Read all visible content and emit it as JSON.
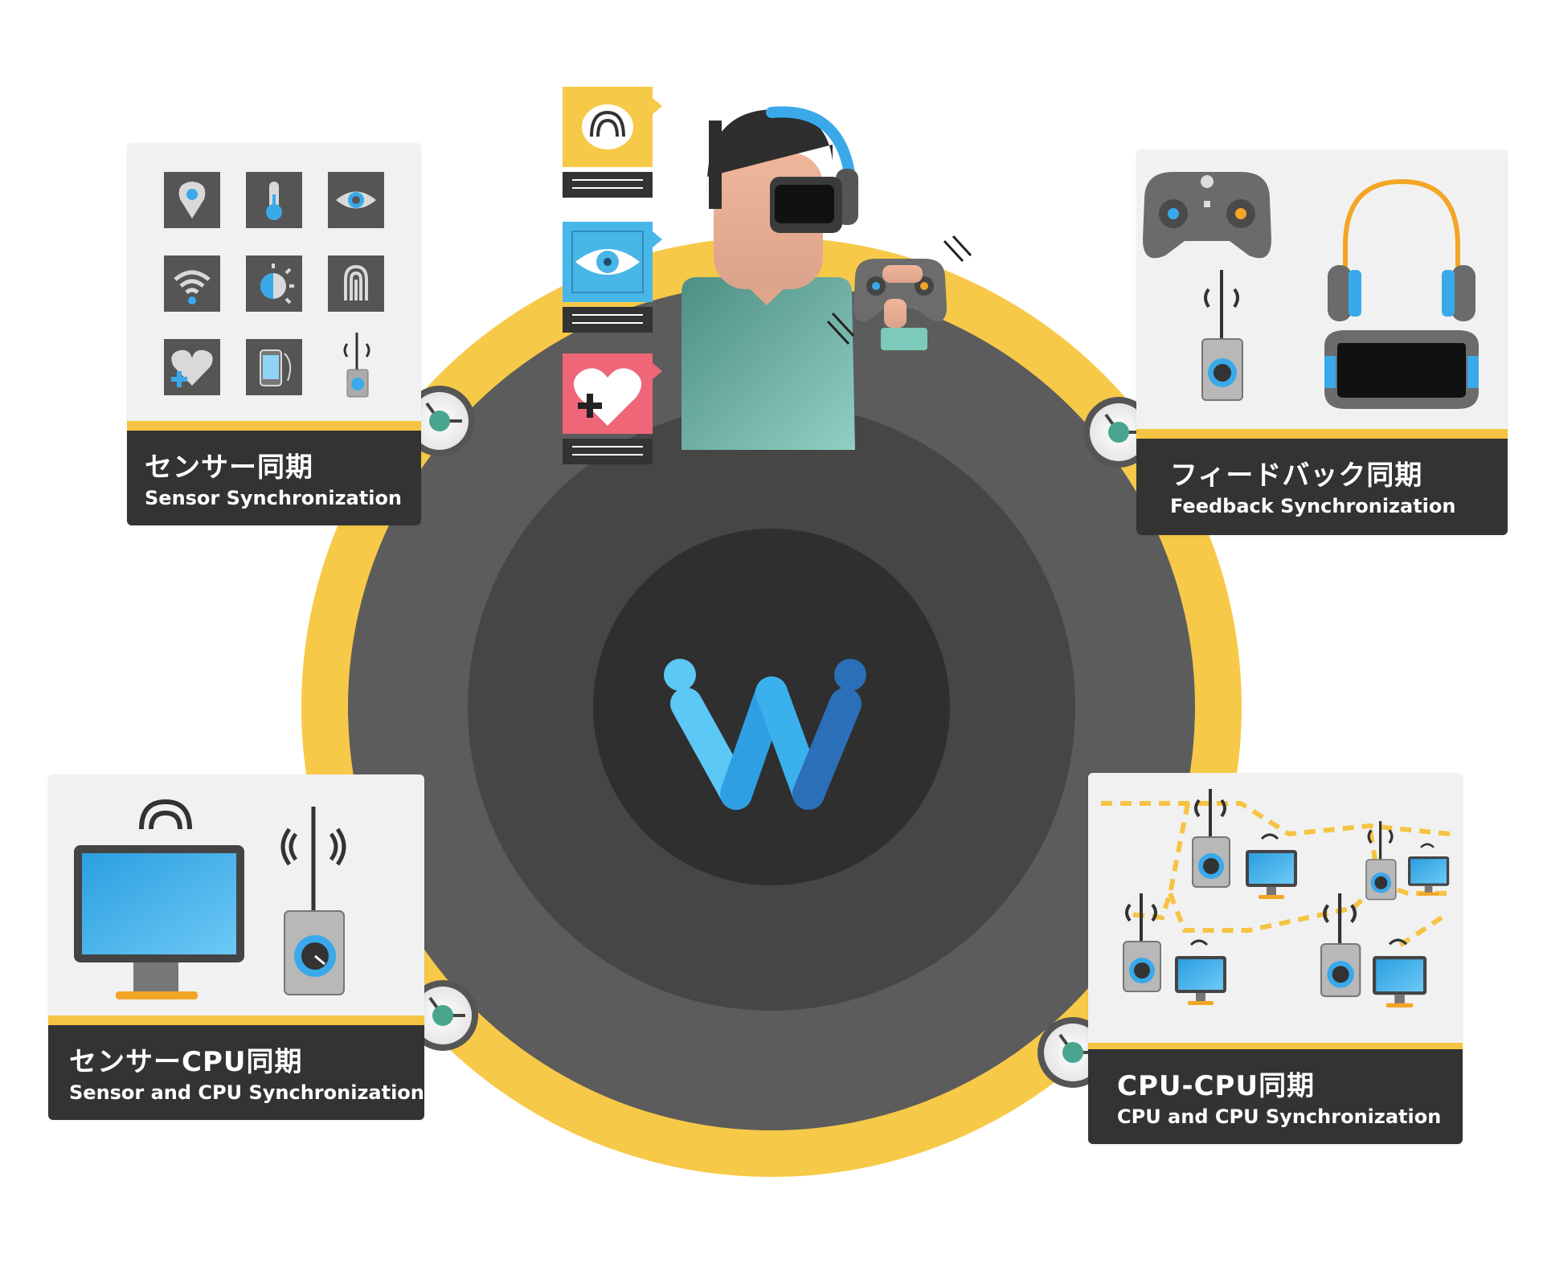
{
  "panels": {
    "sensor": {
      "title_jp": "センサー同期",
      "title_en": "Sensor Synchronization"
    },
    "feedback": {
      "title_jp": "フィードバック同期",
      "title_en": "Feedback Synchronization"
    },
    "sensor_cpu": {
      "title_jp": "センサーCPU同期",
      "title_en": "Sensor and CPU Synchronization"
    },
    "cpu_cpu": {
      "title_jp": "CPU-CPU同期",
      "title_en": "CPU and CPU Synchronization"
    }
  },
  "colors": {
    "ring_yellow": "#f7c948",
    "ring_outer": "#5c5c5c",
    "ring_middle": "#464646",
    "ring_inner": "#2f2f2f",
    "caption_bg": "#333333",
    "accent_bar": "#f5c443",
    "logo_light": "#5bc8f5",
    "logo_dark": "#2a6fb8",
    "dial_teal": "#4aa58f",
    "heart_card": "#ef6679",
    "eye_card": "#49b6e8",
    "brain_card": "#f7c948"
  },
  "icons": {
    "sensor_panel": [
      "location-pin-icon",
      "thermometer-icon",
      "eye-icon",
      "wifi-icon",
      "light-sensor-icon",
      "fingerprint-icon",
      "heart-health-icon",
      "phone-tilt-icon",
      "wireless-sync-device-icon"
    ],
    "feedback_panel": [
      "gamepad-icon",
      "headphones-icon",
      "wireless-sync-device-icon",
      "vr-headset-icon"
    ],
    "sensor_cpu_panel": [
      "monitor-icon",
      "signal-icon",
      "wireless-sync-device-icon"
    ],
    "cpu_cpu_panel": [
      "wireless-sync-device-icon",
      "monitor-icon",
      "dashed-network-link-icon"
    ],
    "user_cards": [
      "brain-icon",
      "eye-icon",
      "heart-plus-icon"
    ],
    "center": "w-logo-icon"
  }
}
